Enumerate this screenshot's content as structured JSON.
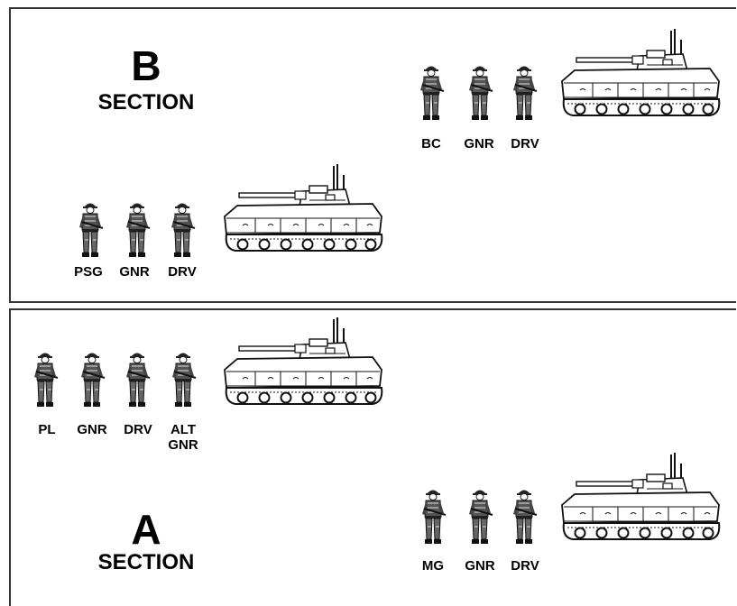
{
  "sections": {
    "b": {
      "letter": "B",
      "word": "SECTION",
      "top_crew": [
        "BC",
        "GNR",
        "DRV"
      ],
      "bottom_crew": [
        "PSG",
        "GNR",
        "DRV"
      ]
    },
    "a": {
      "letter": "A",
      "word": "SECTION",
      "top_crew": [
        "PL",
        "GNR",
        "DRV",
        "ALT\nGNR"
      ],
      "bottom_crew": [
        "MG",
        "GNR",
        "DRV"
      ]
    }
  },
  "icons": {
    "soldier": "soldier-icon",
    "vehicle": "infantry-fighting-vehicle-icon"
  }
}
